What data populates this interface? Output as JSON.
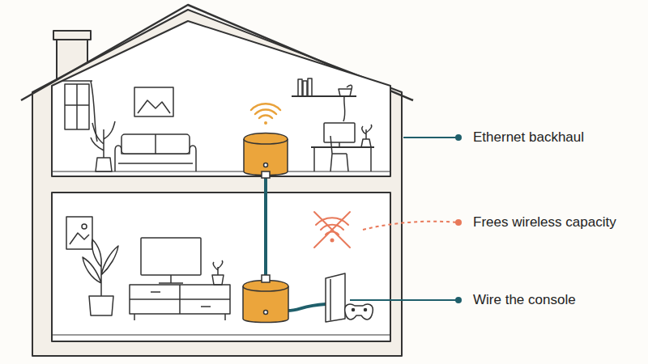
{
  "diagram": {
    "labels": [
      "Ethernet backhaul",
      "Frees wireless capacity",
      "Wire the console"
    ]
  }
}
